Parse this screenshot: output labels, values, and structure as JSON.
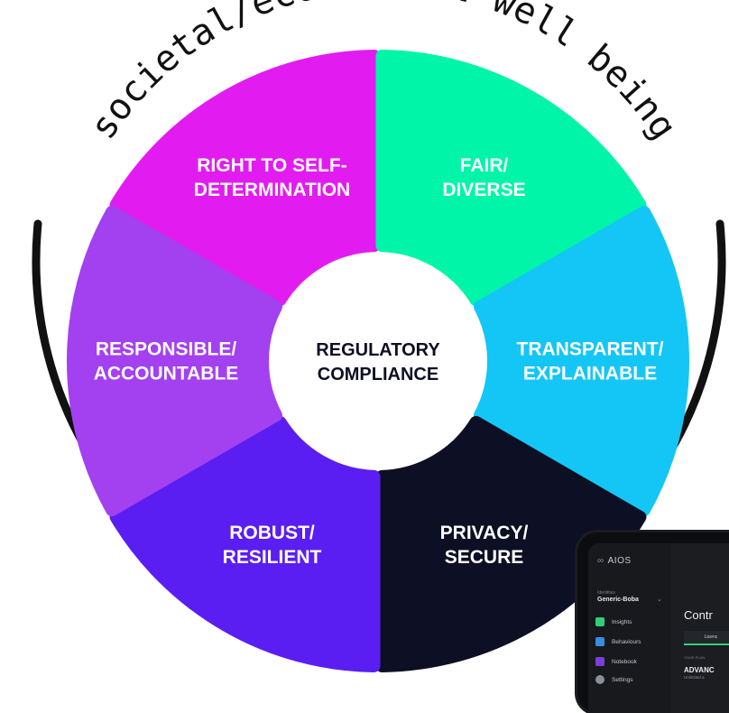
{
  "arc_text": "societal/ecological well being",
  "center": {
    "line1": "REGULATORY",
    "line2": "COMPLIANCE",
    "color": "#ffffff"
  },
  "segments": [
    {
      "id": "right-to-self-determination",
      "lines": [
        "RIGHT TO SELF-",
        "DETERMINATION"
      ],
      "color": "#e21cf0"
    },
    {
      "id": "fair-diverse",
      "lines": [
        "FAIR/",
        "DIVERSE"
      ],
      "color": "#00f5a8"
    },
    {
      "id": "transparent-explainable",
      "lines": [
        "TRANSPARENT/",
        "EXPLAINABLE"
      ],
      "color": "#14c6f5"
    },
    {
      "id": "privacy-secure",
      "lines": [
        "PRIVACY/",
        "SECURE"
      ],
      "color": "#0d0f24"
    },
    {
      "id": "robust-resilient",
      "lines": [
        "ROBUST/",
        "RESILIENT"
      ],
      "color": "#5a1ef2"
    },
    {
      "id": "responsible-accountable",
      "lines": [
        "RESPONSIBLE/",
        "ACCOUNTABLE"
      ],
      "color": "#a340f0"
    }
  ],
  "device": {
    "app_name": "AIOS",
    "identities_label": "Identities",
    "identity_value": "Generic-Boba",
    "nav": [
      {
        "label": "Insights",
        "icon": "insights-icon",
        "color": "#2fd07a"
      },
      {
        "label": "Behaviours",
        "icon": "behaviours-icon",
        "color": "#3a8dde"
      },
      {
        "label": "Notebook",
        "icon": "notebook-icon",
        "color": "#7a3fd8"
      },
      {
        "label": "Settings",
        "icon": "gear-icon",
        "color": "#8a8f98"
      }
    ],
    "main_title": "Contr",
    "tab_label": "Licenc",
    "plan_label": "YOUR PLAN",
    "plan_value": "ADVANC",
    "plan_sub": "Unlimited a"
  }
}
